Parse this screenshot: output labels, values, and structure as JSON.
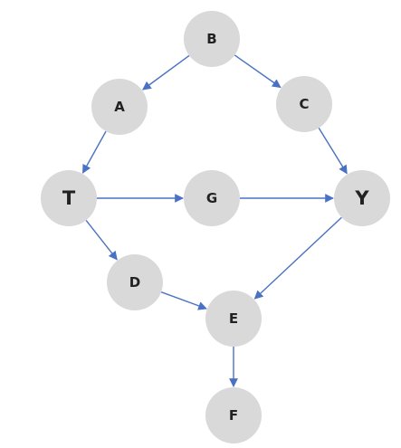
{
  "diagram": {
    "edge_color": "#4a72c4",
    "node_fill": "#d9d9d9",
    "text_color": "#222222",
    "nodes": [
      {
        "id": "B",
        "label": "B"
      },
      {
        "id": "A",
        "label": "A"
      },
      {
        "id": "C",
        "label": "C"
      },
      {
        "id": "T",
        "label": "T"
      },
      {
        "id": "G",
        "label": "G"
      },
      {
        "id": "Y",
        "label": "Y"
      },
      {
        "id": "D",
        "label": "D"
      },
      {
        "id": "E",
        "label": "E"
      },
      {
        "id": "F",
        "label": "F"
      }
    ],
    "edges": [
      {
        "from": "B",
        "to": "A"
      },
      {
        "from": "B",
        "to": "C"
      },
      {
        "from": "A",
        "to": "T"
      },
      {
        "from": "C",
        "to": "Y"
      },
      {
        "from": "T",
        "to": "G"
      },
      {
        "from": "G",
        "to": "Y"
      },
      {
        "from": "T",
        "to": "D"
      },
      {
        "from": "D",
        "to": "E"
      },
      {
        "from": "Y",
        "to": "E"
      },
      {
        "from": "E",
        "to": "F"
      }
    ]
  }
}
